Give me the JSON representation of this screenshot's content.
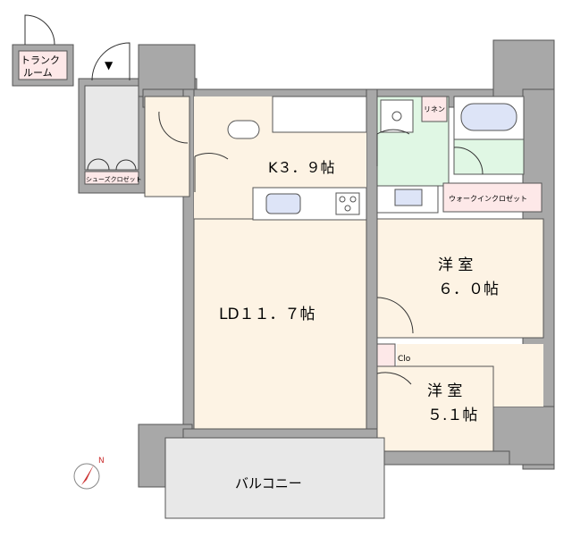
{
  "colors": {
    "wall": "#a8a8a8",
    "wood_floor": "#fdf3e4",
    "wet_floor": "#e0f7e4",
    "storage": "#fde8e8",
    "entrance": "#e8e8e8",
    "fixture": "#dde4f7",
    "outline": "#333333"
  },
  "rooms": {
    "trunk_room": {
      "line1": "トランク",
      "line2": "ルーム"
    },
    "shoe_closet": "シューズクロゼット",
    "kitchen": "K３．９帖",
    "living_dining": "LD１１．７帖",
    "western_room_1": {
      "name": "洋 室",
      "size": "６．０帖"
    },
    "western_room_2": {
      "name": "洋 室",
      "size": "５.１帖"
    },
    "closet": "Clo",
    "linen": "リネン",
    "walk_in_closet": "ウォークインクロゼット",
    "balcony": "バルコニー"
  },
  "compass": {
    "north_label": "N"
  },
  "entrance_marker": "▼"
}
